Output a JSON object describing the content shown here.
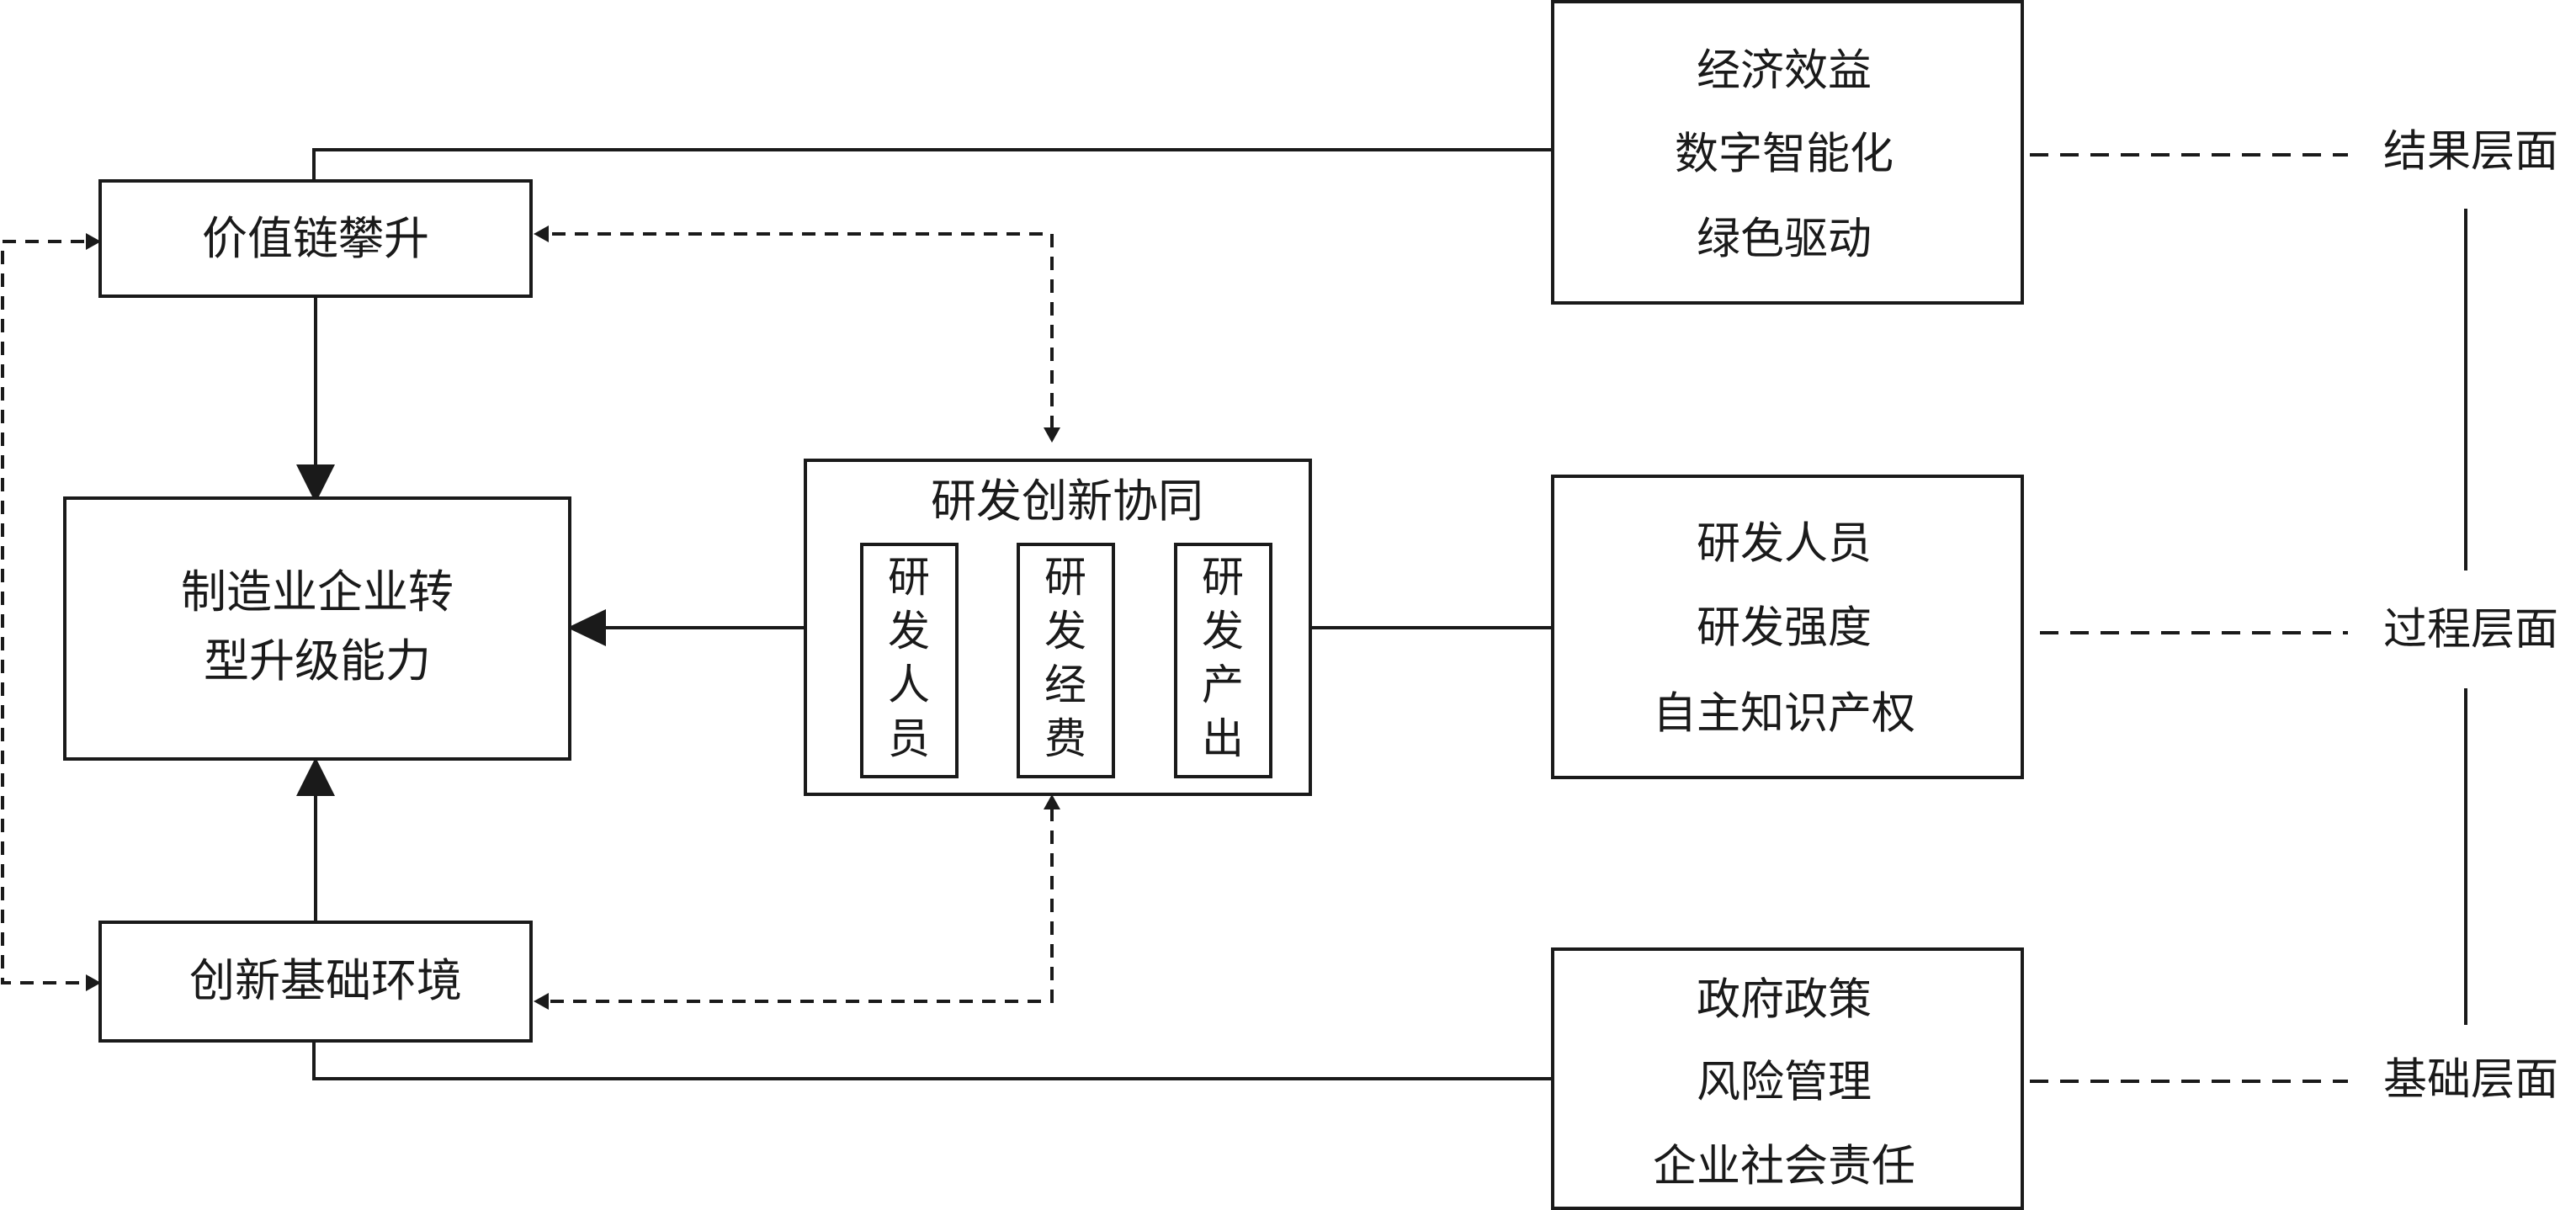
{
  "value_chain": {
    "label": "价值链攀升"
  },
  "innovation_env": {
    "label": "创新基础环境"
  },
  "capability": {
    "line1": "制造业企业转",
    "line2": "型升级能力"
  },
  "rd_synergy": {
    "title": "研发创新协同",
    "items": [
      {
        "chars": [
          "研",
          "发",
          "人",
          "员"
        ]
      },
      {
        "chars": [
          "研",
          "发",
          "经",
          "费"
        ]
      },
      {
        "chars": [
          "研",
          "发",
          "产",
          "出"
        ]
      }
    ]
  },
  "result_box": {
    "lines": [
      "经济效益",
      "数字智能化",
      "绿色驱动"
    ]
  },
  "process_box": {
    "lines": [
      "研发人员",
      "研发强度",
      "自主知识产权"
    ]
  },
  "foundation_box": {
    "lines": [
      "政府政策",
      "风险管理",
      "企业社会责任"
    ]
  },
  "levels": {
    "result": "结果层面",
    "process": "过程层面",
    "foundation": "基础层面"
  }
}
